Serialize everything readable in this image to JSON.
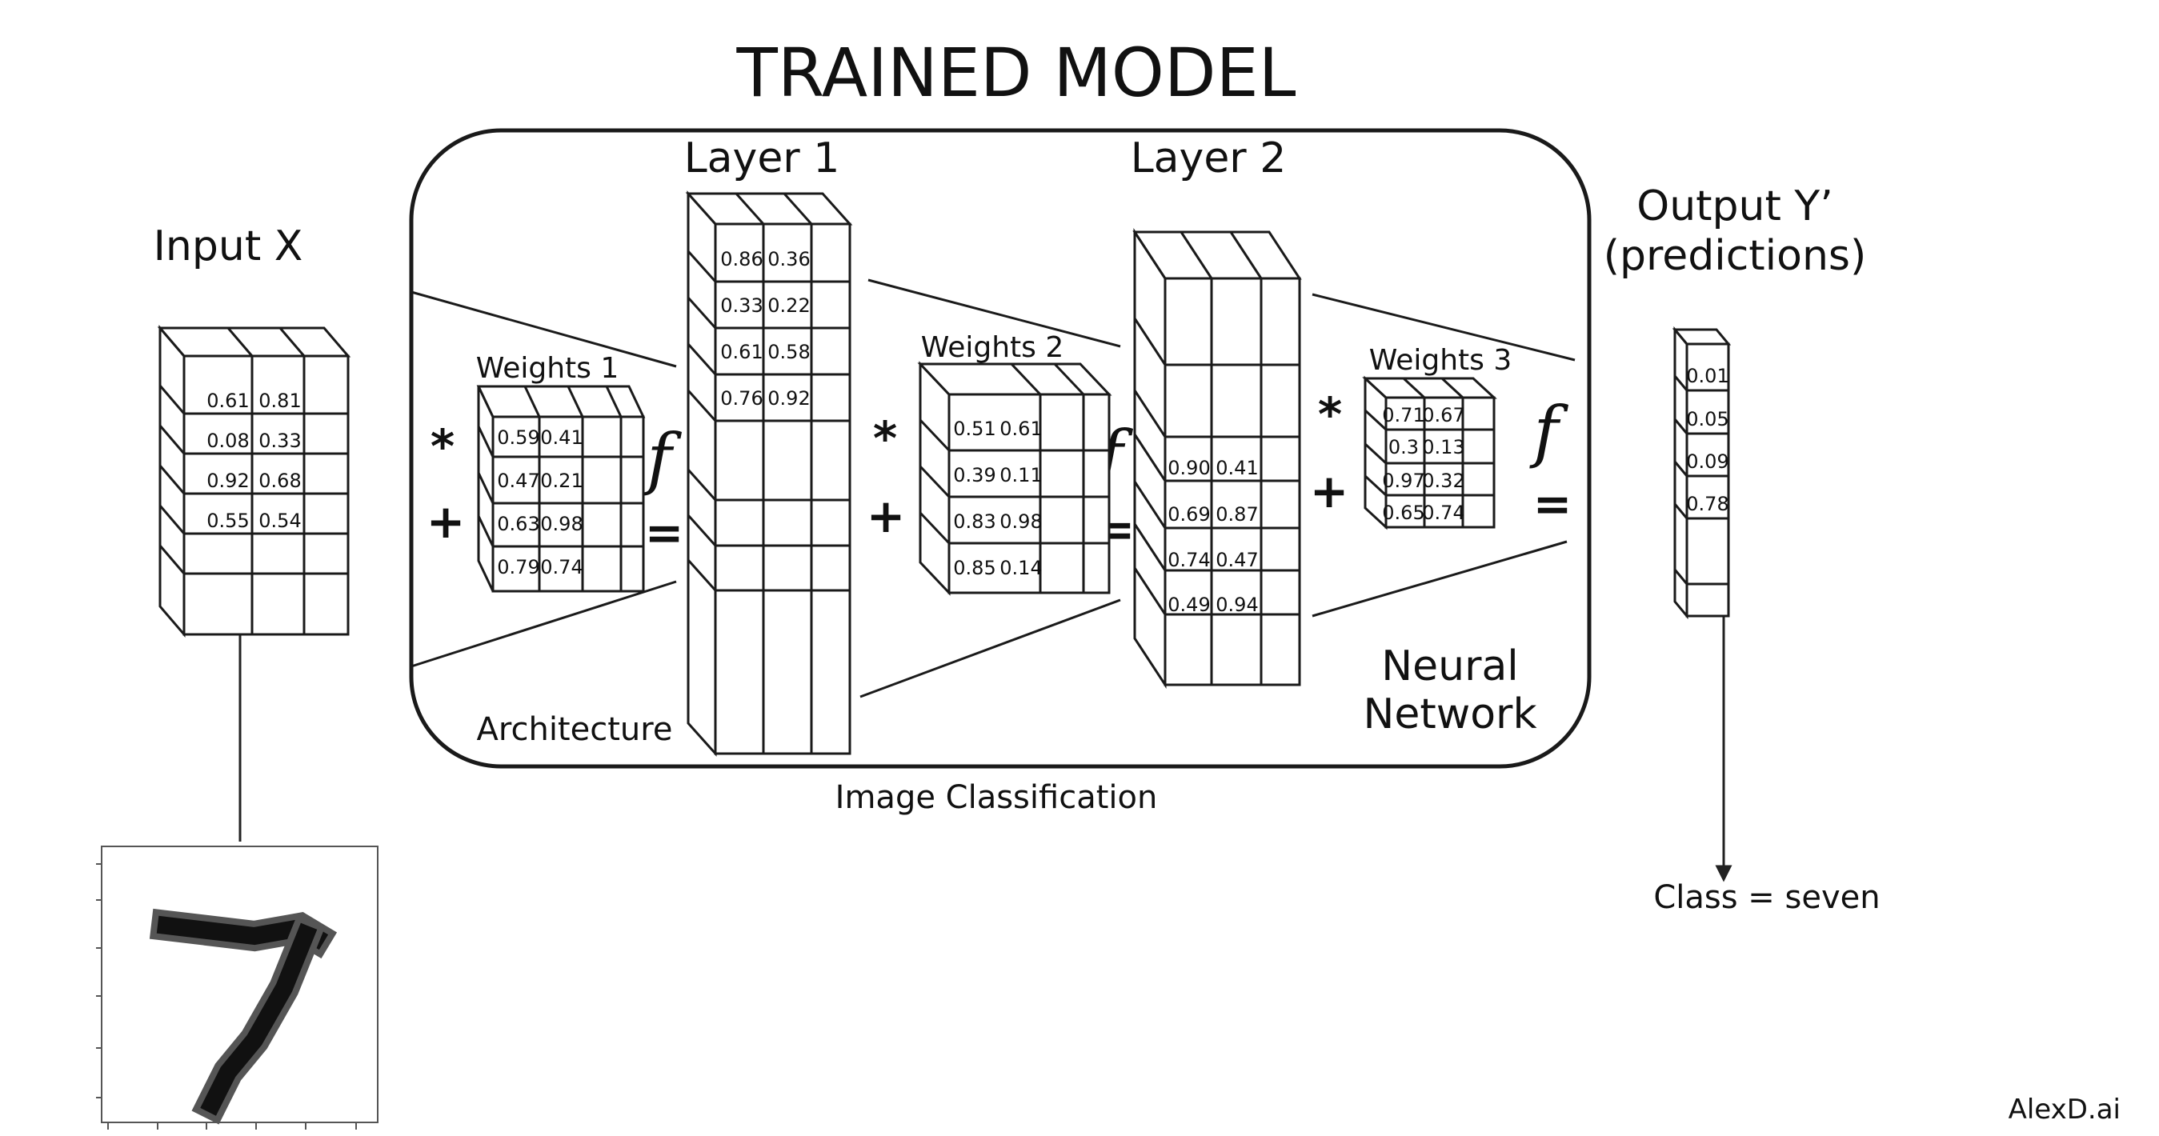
{
  "title": "TRAINED MODEL",
  "input": {
    "label": "Input X",
    "values": [
      [
        "0.61",
        "0.81"
      ],
      [
        "0.08",
        "0.33"
      ],
      [
        "0.92",
        "0.68"
      ],
      [
        "0.55",
        "0.54"
      ]
    ]
  },
  "layer1": {
    "label": "Layer 1",
    "values": [
      [
        "0.86",
        "0.36"
      ],
      [
        "0.33",
        "0.22"
      ],
      [
        "0.61",
        "0.58"
      ],
      [
        "0.76",
        "0.92"
      ]
    ]
  },
  "layer2": {
    "label": "Layer 2",
    "values": [
      [
        "0.90",
        "0.41"
      ],
      [
        "0.69",
        "0.87"
      ],
      [
        "0.74",
        "0.47"
      ],
      [
        "0.49",
        "0.94"
      ]
    ]
  },
  "weights1": {
    "label": "Weights 1",
    "values": [
      [
        "0.59",
        "0.41"
      ],
      [
        "0.47",
        "0.21"
      ],
      [
        "0.63",
        "0.98"
      ],
      [
        "0.79",
        "0.74"
      ]
    ]
  },
  "weights2": {
    "label": "Weights 2",
    "values": [
      [
        "0.51",
        "0.61"
      ],
      [
        "0.39",
        "0.11"
      ],
      [
        "0.83",
        "0.98"
      ],
      [
        "0.85",
        "0.14"
      ]
    ]
  },
  "weights3": {
    "label": "Weights 3",
    "values": [
      [
        "0.71",
        "0.67"
      ],
      [
        "0.3",
        "0.13"
      ],
      [
        "0.97",
        "0.32"
      ],
      [
        "0.65",
        "0.74"
      ]
    ]
  },
  "output": {
    "label_line1": "Output Y’",
    "label_line2": "(predictions)",
    "values": [
      "0.01",
      "0.05",
      "0.09",
      "0.78"
    ]
  },
  "operators": {
    "multiply": "*",
    "add": "+",
    "equals": "=",
    "activation": "f"
  },
  "architecture_label": "Architecture",
  "network_label_line1": "Neural",
  "network_label_line2": "Network",
  "caption": "Image Classification",
  "class_label": "Class = seven",
  "signature": "AlexD.ai",
  "digit_image": "handwritten digit seven"
}
